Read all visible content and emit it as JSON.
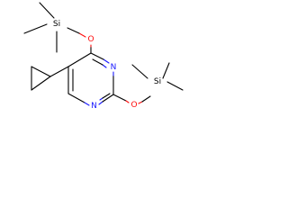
{
  "molecule": {
    "atom_labels": {
      "n_top": "N",
      "n_bottom": "N",
      "o_upper": "O",
      "o_lower": "O",
      "si_left": "Si",
      "si_right": "Si"
    },
    "colors": {
      "bond": "#000000",
      "nitrogen": "#1a1aff",
      "oxygen": "#ff0d0d",
      "silicon": "#000000"
    }
  }
}
